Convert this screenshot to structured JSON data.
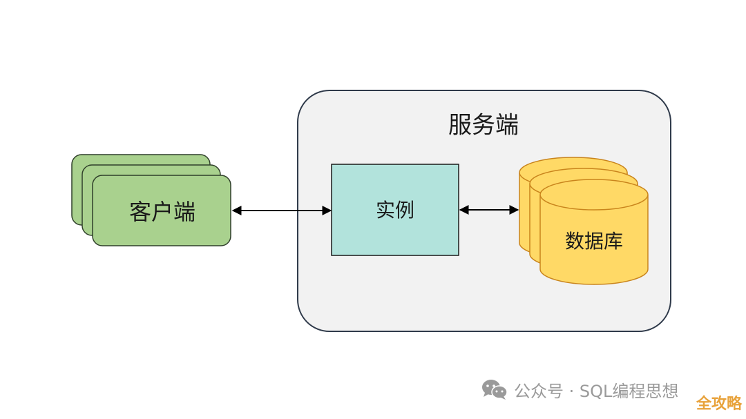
{
  "server": {
    "label": "服务端"
  },
  "client": {
    "label": "客户端"
  },
  "instance": {
    "label": "实例"
  },
  "database": {
    "label": "数据库"
  },
  "watermark": {
    "text": "公众号 · SQL编程思想",
    "icon": "wechat-icon"
  },
  "corner_badge": {
    "text": "全攻略"
  },
  "colors": {
    "client_fill": "#a9d18e",
    "client_stroke": "#2f3f2a",
    "server_fill": "#f2f2f2",
    "server_stroke": "#2f3a4a",
    "instance_fill": "#b2e3dc",
    "instance_stroke": "#1a1a1a",
    "database_fill": "#ffd966",
    "database_stroke": "#c9841c",
    "arrow": "#000000",
    "watermark": "#9a9a9a",
    "badge": "#e8a23a"
  }
}
